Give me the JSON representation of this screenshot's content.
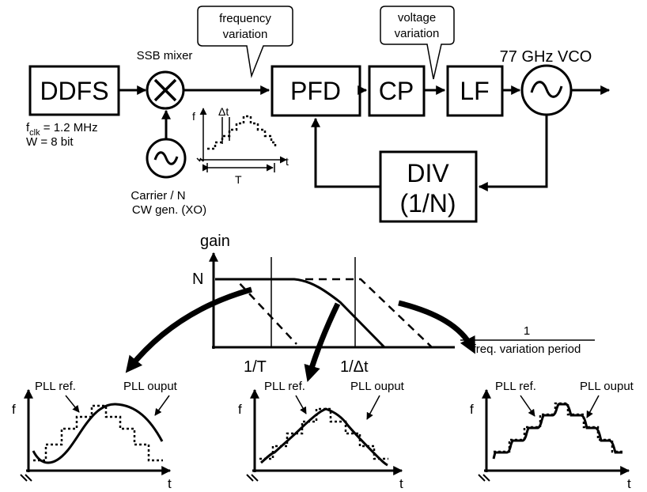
{
  "block_diagram": {
    "ddfs_label": "DDFS",
    "fclk_prefix": "f",
    "fclk_sub": "clk",
    "fclk_value": " = 1.2 MHz",
    "word_width": "W = 8 bit",
    "mixer_label": "SSB mixer",
    "mixer_symbol": "✕",
    "carrier_line1": "Carrier / N",
    "carrier_line2": "CW gen. (XO)",
    "pfd_label": "PFD",
    "cp_label": "CP",
    "lf_label": "LF",
    "vco_label": "77 GHz VCO",
    "div_line1": "DIV",
    "div_line2": "(1/N)",
    "callout_freq_line1": "frequency",
    "callout_freq_line2": "variation",
    "callout_volt_line1": "voltage",
    "callout_volt_line2": "variation",
    "inset_f": "f",
    "inset_t": "t",
    "inset_dt": "Δt",
    "inset_T": "T"
  },
  "bode": {
    "ylabel": "gain",
    "level_label": "N",
    "xlabel_num": "1",
    "xlabel_den": "freq. variation period",
    "tick_1": "1/T",
    "tick_2": "1/Δt"
  },
  "panels": [
    {
      "f_label": "f",
      "t_label": "t",
      "ref_label": "PLL ref.",
      "out_label": "PLL ouput"
    },
    {
      "f_label": "f",
      "t_label": "t",
      "ref_label": "PLL ref.",
      "out_label": "PLL ouput"
    },
    {
      "f_label": "f",
      "t_label": "t",
      "ref_label": "PLL ref.",
      "out_label": "PLL ouput"
    }
  ]
}
